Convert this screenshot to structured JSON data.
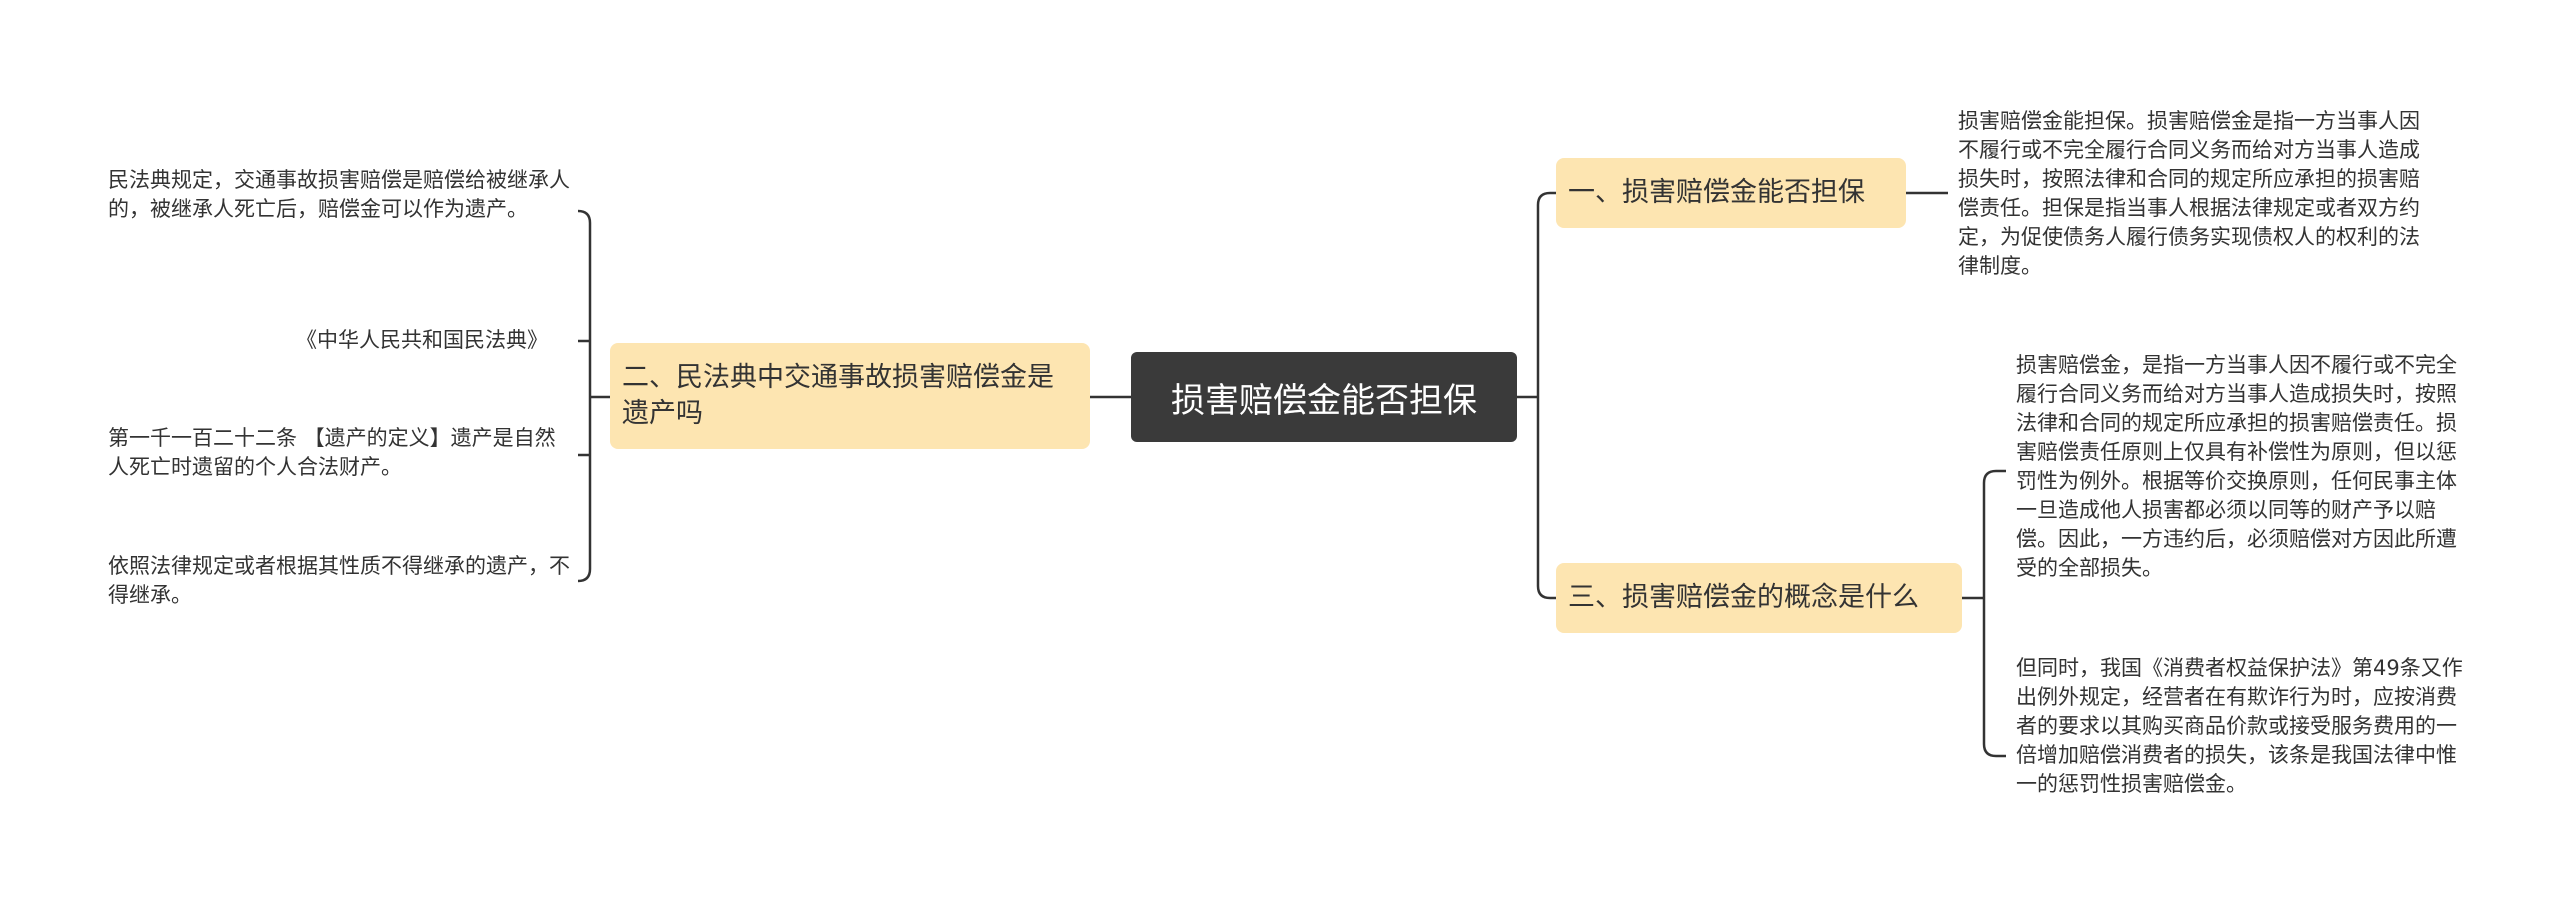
{
  "root": {
    "title": "损害赔偿金能否担保"
  },
  "branches": [
    {
      "label": "一、损害赔偿金能否担保",
      "notes": [
        "损害赔偿金能担保。损害赔偿金是指一方当事人因不履行或不完全履行合同义务而给对方当事人造成损失时，按照法律和合同的规定所应承担的损害赔偿责任。担保是指当事人根据法律规定或者双方约定，为促使债务人履行债务实现债权人的权利的法律制度。"
      ]
    },
    {
      "label": "三、损害赔偿金的概念是什么",
      "notes": [
        "损害赔偿金，是指一方当事人因不履行或不完全履行合同义务而给对方当事人造成损失时，按照法律和合同的规定所应承担的损害赔偿责任。损害赔偿责任原则上仅具有补偿性为原则，但以惩罚性为例外。根据等价交换原则，任何民事主体一旦造成他人损害都必须以同等的财产予以赔偿。因此，一方违约后，必须赔偿对方因此所遭受的全部损失。",
        "但同时，我国《消费者权益保护法》第49条又作出例外规定，经营者在有欺诈行为时，应按消费者的要求以其购买商品价款或接受服务费用的一倍增加赔偿消费者的损失，该条是我国法律中惟一的惩罚性损害赔偿金。"
      ]
    },
    {
      "label": "二、民法典中交通事故损害赔偿金是遗产吗",
      "notes": [
        "民法典规定，交通事故损害赔偿是赔偿给被继承人的，被继承人死亡后，赔偿金可以作为遗产。",
        "《中华人民共和国民法典》",
        "第一千一百二十二条 【遗产的定义】遗产是自然人死亡时遗留的个人合法财产。",
        "依照法律规定或者根据其性质不得继承的遗产，不得继承。"
      ]
    }
  ]
}
